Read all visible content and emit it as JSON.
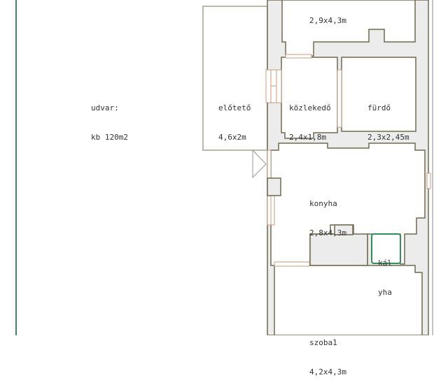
{
  "plan": {
    "colors": {
      "wall_fill": "#ececec",
      "wall_line": "#6f6a4f",
      "canopy_line": "#b9bba4",
      "window": "#c99a7e",
      "boundary": "#4f7a72",
      "stove_line": "#2f8f5f",
      "background": "#ffffff"
    },
    "rooms": {
      "udvar": {
        "name": "udvar:",
        "size": "kb 120m2"
      },
      "eloteto": {
        "name": "előtető",
        "size": "4,6x2m"
      },
      "top_room": {
        "name": "",
        "size": "2,9x4,3m"
      },
      "kozlekedo": {
        "name": "közlekedő",
        "size": "2,4x1,8m"
      },
      "furdo": {
        "name": "fürdő",
        "size": "2,3x2,45m"
      },
      "konyha": {
        "name": "konyha",
        "size": "2,8x4,3m"
      },
      "kalyha": {
        "line1": "kál",
        "line2": "yha"
      },
      "szoba1": {
        "name": "szoba1",
        "size": "4,2x4,3m"
      }
    }
  }
}
